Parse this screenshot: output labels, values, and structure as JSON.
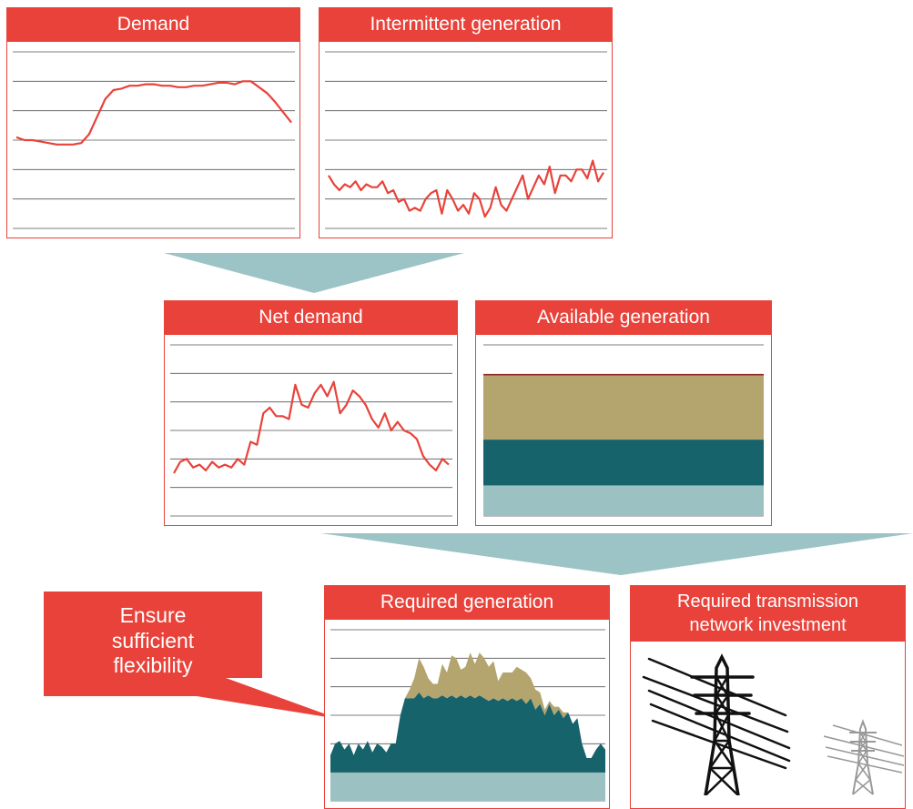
{
  "panels": {
    "demand": {
      "title": "Demand"
    },
    "intermittent": {
      "title": "Intermittent generation"
    },
    "net_demand": {
      "title": "Net demand"
    },
    "available": {
      "title": "Available generation"
    },
    "required_gen": {
      "title": "Required generation"
    },
    "transmission": {
      "title": "Required transmission network investment",
      "title_line1": "Required transmission",
      "title_line2": "network investment"
    }
  },
  "callout": {
    "line1": "Ensure",
    "line2": "sufficient",
    "line3": "flexibility"
  },
  "colors": {
    "header_red": "#e8423a",
    "line_red": "#e8423a",
    "arrow_teal": "#9cc3c5",
    "dark_teal": "#17636b",
    "light_teal": "#9cc1c3",
    "tan": "#b4a46e",
    "maroon": "#8e2a2a"
  },
  "icons": [
    "transmission-tower-icon",
    "small-transmission-tower-icon"
  ],
  "chart_data": [
    {
      "type": "line",
      "panel": "Demand",
      "series": [
        {
          "values": [
            3.1,
            3.0,
            3.0,
            2.95,
            2.9,
            2.85,
            2.85,
            2.85,
            2.9,
            3.2,
            3.8,
            4.4,
            4.7,
            4.75,
            4.85,
            4.85,
            4.9,
            4.9,
            4.85,
            4.85,
            4.8,
            4.8,
            4.85,
            4.85,
            4.9,
            4.95,
            4.95,
            4.9,
            5.0,
            5.0,
            4.8,
            4.6,
            4.3,
            3.95,
            3.6
          ]
        }
      ]
    },
    {
      "type": "line",
      "panel": "Intermittent generation",
      "series": [
        {
          "values": [
            1.8,
            1.5,
            1.3,
            1.5,
            1.4,
            1.6,
            1.3,
            1.5,
            1.4,
            1.4,
            1.6,
            1.2,
            1.3,
            0.9,
            1.0,
            0.6,
            0.7,
            0.6,
            1.0,
            1.2,
            1.3,
            0.5,
            1.3,
            1.0,
            0.6,
            0.8,
            0.5,
            1.2,
            1.0,
            0.4,
            0.7,
            1.4,
            0.8,
            0.6,
            1.0,
            1.4,
            1.8,
            1.0,
            1.4,
            1.8,
            1.5,
            2.1,
            1.2,
            1.8,
            1.8,
            1.6,
            2.0,
            2.0,
            1.7,
            2.3,
            1.6,
            1.9
          ]
        }
      ]
    },
    {
      "type": "line",
      "panel": "Net demand",
      "series": [
        {
          "values": [
            1.5,
            1.9,
            2.0,
            1.7,
            1.8,
            1.6,
            1.9,
            1.7,
            1.8,
            1.7,
            2.0,
            1.8,
            2.6,
            2.5,
            3.6,
            3.8,
            3.5,
            3.5,
            3.4,
            4.6,
            3.9,
            3.8,
            4.3,
            4.6,
            4.2,
            4.7,
            3.6,
            3.9,
            4.4,
            4.2,
            3.9,
            3.4,
            3.1,
            3.6,
            3.0,
            3.3,
            3.0,
            2.9,
            2.7,
            2.1,
            1.8,
            1.6,
            2.0,
            1.8
          ]
        }
      ]
    },
    {
      "type": "area",
      "panel": "Available generation",
      "series": [
        {
          "color": "#9cc1c3",
          "values": [
            1
          ]
        },
        {
          "color": "#17636b",
          "values": [
            1.5
          ]
        },
        {
          "color": "#b4a46e",
          "values": [
            2.1
          ]
        },
        {
          "color": "#8e2a2a",
          "values": [
            0.05
          ]
        }
      ]
    },
    {
      "type": "area",
      "panel": "Required generation",
      "series": [
        {
          "color": "#9cc1c3",
          "values": [
            1,
            1,
            1,
            1,
            1,
            1,
            1,
            1,
            1,
            1,
            1,
            1,
            1,
            1,
            1,
            1,
            1,
            1,
            1,
            1,
            1,
            1,
            1,
            1,
            1,
            1,
            1,
            1,
            1,
            1,
            1,
            1,
            1,
            1,
            1,
            1,
            1,
            1,
            1,
            1,
            1,
            1,
            1,
            1,
            1,
            1,
            1,
            1,
            1,
            1,
            1,
            1,
            1,
            1,
            1,
            1,
            1,
            1,
            1,
            1
          ]
        },
        {
          "color": "#17636b",
          "values": [
            0.6,
            1.0,
            1.1,
            0.8,
            1.0,
            0.6,
            1.0,
            0.8,
            1.1,
            0.7,
            1.0,
            0.9,
            0.7,
            1.0,
            1.0,
            2.0,
            2.6,
            2.6,
            2.6,
            2.8,
            2.6,
            2.7,
            2.6,
            2.6,
            2.7,
            2.6,
            2.7,
            2.6,
            2.7,
            2.6,
            2.7,
            2.6,
            2.7,
            2.6,
            2.5,
            2.6,
            2.5,
            2.6,
            2.5,
            2.6,
            2.5,
            2.6,
            2.4,
            2.6,
            2.2,
            2.4,
            2.0,
            2.4,
            2.0,
            2.2,
            1.9,
            2.1,
            1.7,
            1.9,
            1.0,
            0.5,
            0.5,
            0.8,
            1.0,
            0.8
          ]
        },
        {
          "color": "#b4a46e",
          "values": [
            0,
            0,
            0,
            0,
            0,
            0,
            0,
            0,
            0,
            0,
            0,
            0,
            0,
            0,
            0,
            0,
            0,
            0.3,
            0.7,
            1.2,
            1.1,
            0.6,
            0.5,
            0.5,
            1.1,
            0.9,
            1.4,
            1.4,
            0.9,
            1.1,
            1.5,
            1.2,
            1.5,
            1.4,
            1.2,
            1.3,
            0.7,
            0.9,
            1.0,
            0.9,
            1.2,
            1.0,
            1.1,
            0.7,
            0.7,
            0.4,
            0.2,
            0.1,
            0.3,
            0.1,
            0.2,
            0,
            0,
            0,
            0,
            0,
            0,
            0,
            0,
            0
          ]
        }
      ]
    }
  ]
}
